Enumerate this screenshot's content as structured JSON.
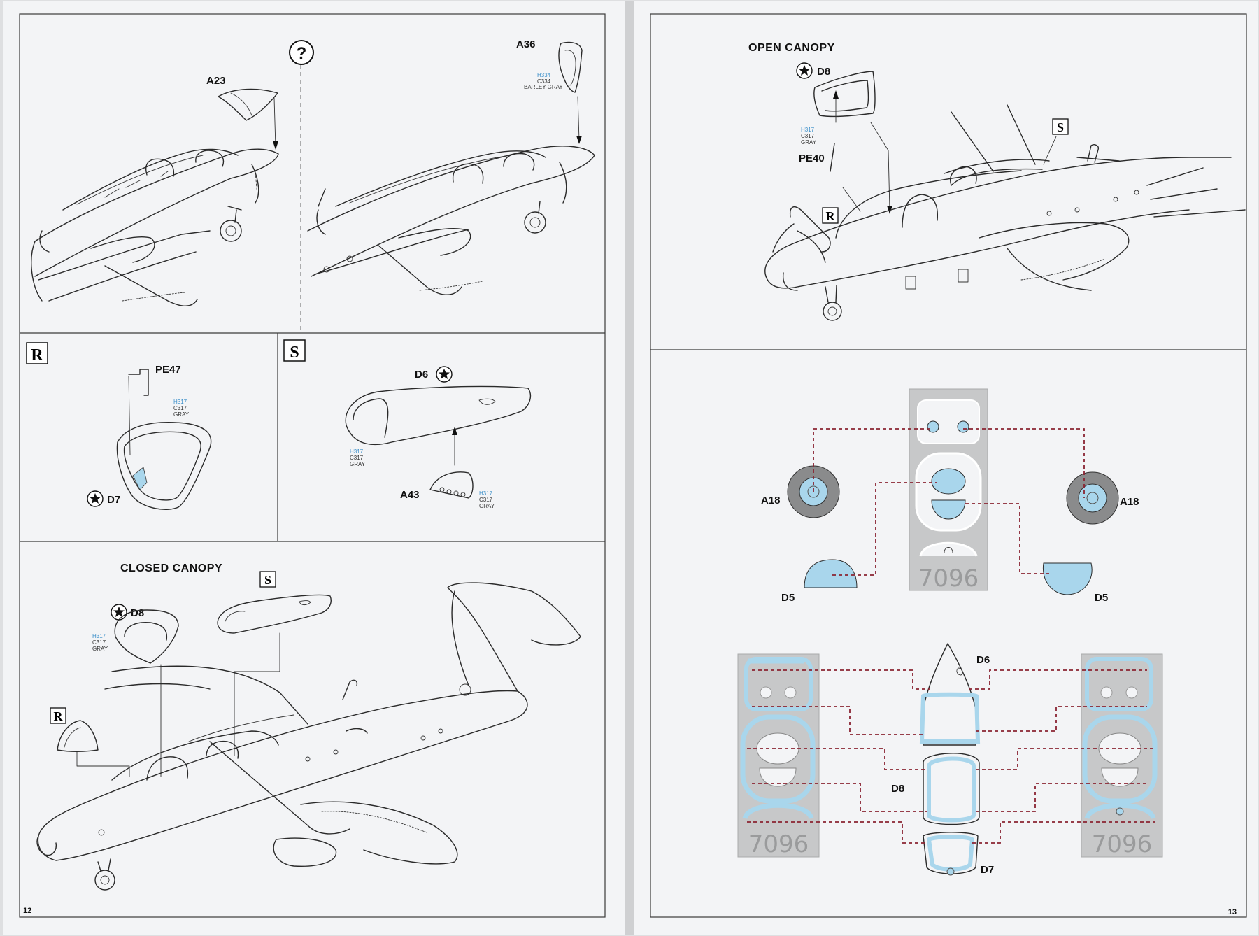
{
  "left_page": {
    "page_number": "12",
    "top_panel": {
      "option_marker": "?",
      "parts": {
        "canopy_left": "A23",
        "canopy_right": "A36"
      },
      "paint": {
        "h": "H334",
        "c": "C334",
        "name": "BARLEY GRAY"
      }
    },
    "r_panel": {
      "badge": "R",
      "parts": {
        "etch": "PE47",
        "frame": "D7"
      },
      "paint": {
        "h": "H317",
        "c": "C317",
        "name": "GRAY"
      }
    },
    "s_panel": {
      "badge": "S",
      "parts": {
        "canopy": "D6",
        "instrument": "A43"
      },
      "paint_canopy": {
        "h": "H317",
        "c": "C317",
        "name": "GRAY"
      },
      "paint_instrument": {
        "h": "H317",
        "c": "C317",
        "name": "GRAY"
      }
    },
    "bottom_panel": {
      "title": "CLOSED CANOPY",
      "badge_s": "S",
      "badge_r": "R",
      "parts": {
        "canopy": "D8"
      },
      "paint": {
        "h": "H317",
        "c": "C317",
        "name": "GRAY"
      }
    }
  },
  "right_page": {
    "page_number": "13",
    "top_panel": {
      "title": "OPEN CANOPY",
      "badge_r": "R",
      "badge_s": "S",
      "parts": {
        "canopy": "D8",
        "etch": "PE40"
      },
      "paint": {
        "h": "H317",
        "c": "C317",
        "name": "GRAY"
      }
    },
    "mask_panel": {
      "wheel_left": "A18",
      "wheel_right": "A18",
      "lens_left": "D5",
      "lens_right": "D5",
      "canopy_parts": {
        "front": "D6",
        "middle": "D8",
        "rear": "D7"
      },
      "mask_code_upper": "7096",
      "mask_code_lower_left": "7096",
      "mask_code_lower_right": "7096"
    }
  },
  "colors": {
    "paper": "#f3f4f6",
    "background": "#dedfe1",
    "mask_blue": "#a9d6ec",
    "paint_code_blue": "#3b8fc9",
    "leader_red": "#8a2432",
    "mask_sheet_gray": "#c7c8c9"
  },
  "icons": {
    "star_roundel": "black-star-in-circle-icon",
    "option": "question-mark-circle-icon"
  }
}
